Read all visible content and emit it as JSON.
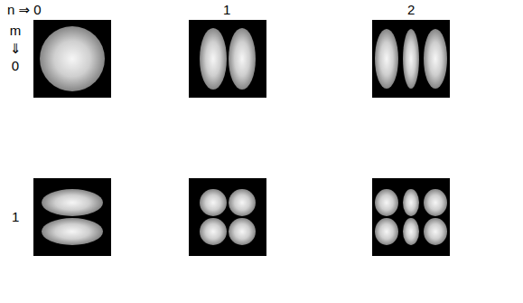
{
  "diagram": {
    "labels": [
      "n ⇒ 0",
      "1",
      "2",
      "m ⇓ 0",
      "1"
    ]
  }
}
